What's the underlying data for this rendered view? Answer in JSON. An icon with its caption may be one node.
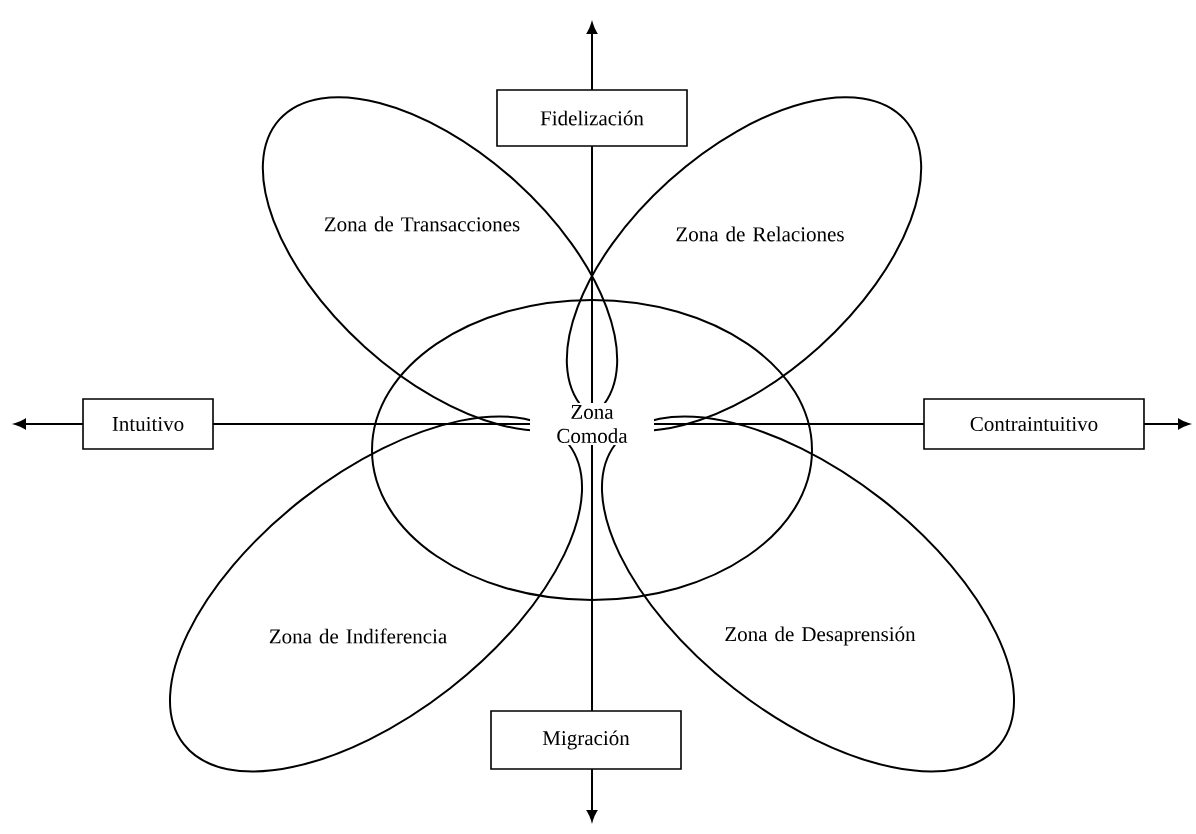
{
  "diagram": {
    "nodes": [
      {
        "text": [
          "Fidelización"
        ]
      },
      {
        "text": [
          "Zona de Transacciones"
        ]
      },
      {
        "text": [
          "Zona de Relaciones"
        ]
      },
      {
        "text": [
          "Intuitivo"
        ]
      },
      {
        "text": [
          "Zona Comoda"
        ]
      },
      {
        "text": [
          "Contraintuitivo"
        ]
      },
      {
        "text": [
          "Zona de Indiferencia"
        ]
      },
      {
        "text": [
          "Zona de Desaprensión"
        ]
      },
      {
        "text": [
          "Migración"
        ]
      }
    ]
  }
}
